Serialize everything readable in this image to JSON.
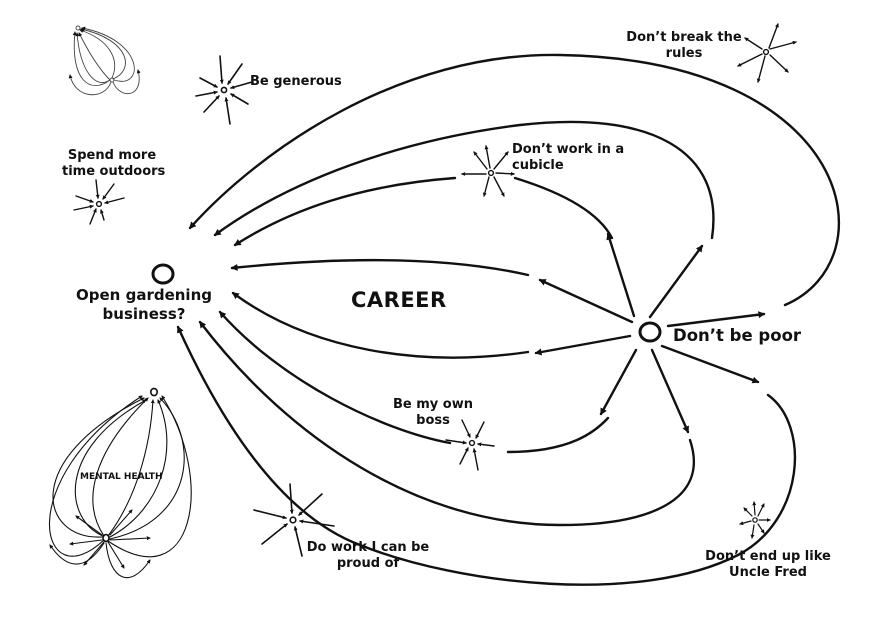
{
  "title": "CAREER",
  "center_node": {
    "label_line1": "Open gardening",
    "label_line2": "business?"
  },
  "root_node": {
    "label": "Don’t be poor"
  },
  "values": {
    "generous": "Be generous",
    "outdoors_line1": "Spend more",
    "outdoors_line2": "time outdoors",
    "break_rules_line1": "Don’t break the",
    "break_rules_line2": "rules",
    "cubicle_line1": "Don’t work in a",
    "cubicle_line2": "cubicle",
    "own_boss_line1": "Be my own",
    "own_boss_line2": "boss",
    "proud_line1": "Do work I can be",
    "proud_line2": "proud of",
    "uncle_fred_line1": "Don’t end up like",
    "uncle_fred_line2": "Uncle Fred"
  },
  "mental_health": {
    "label": "MENTAL HEALTH"
  },
  "colors": {
    "ink": "#111111",
    "background": "#ffffff"
  }
}
